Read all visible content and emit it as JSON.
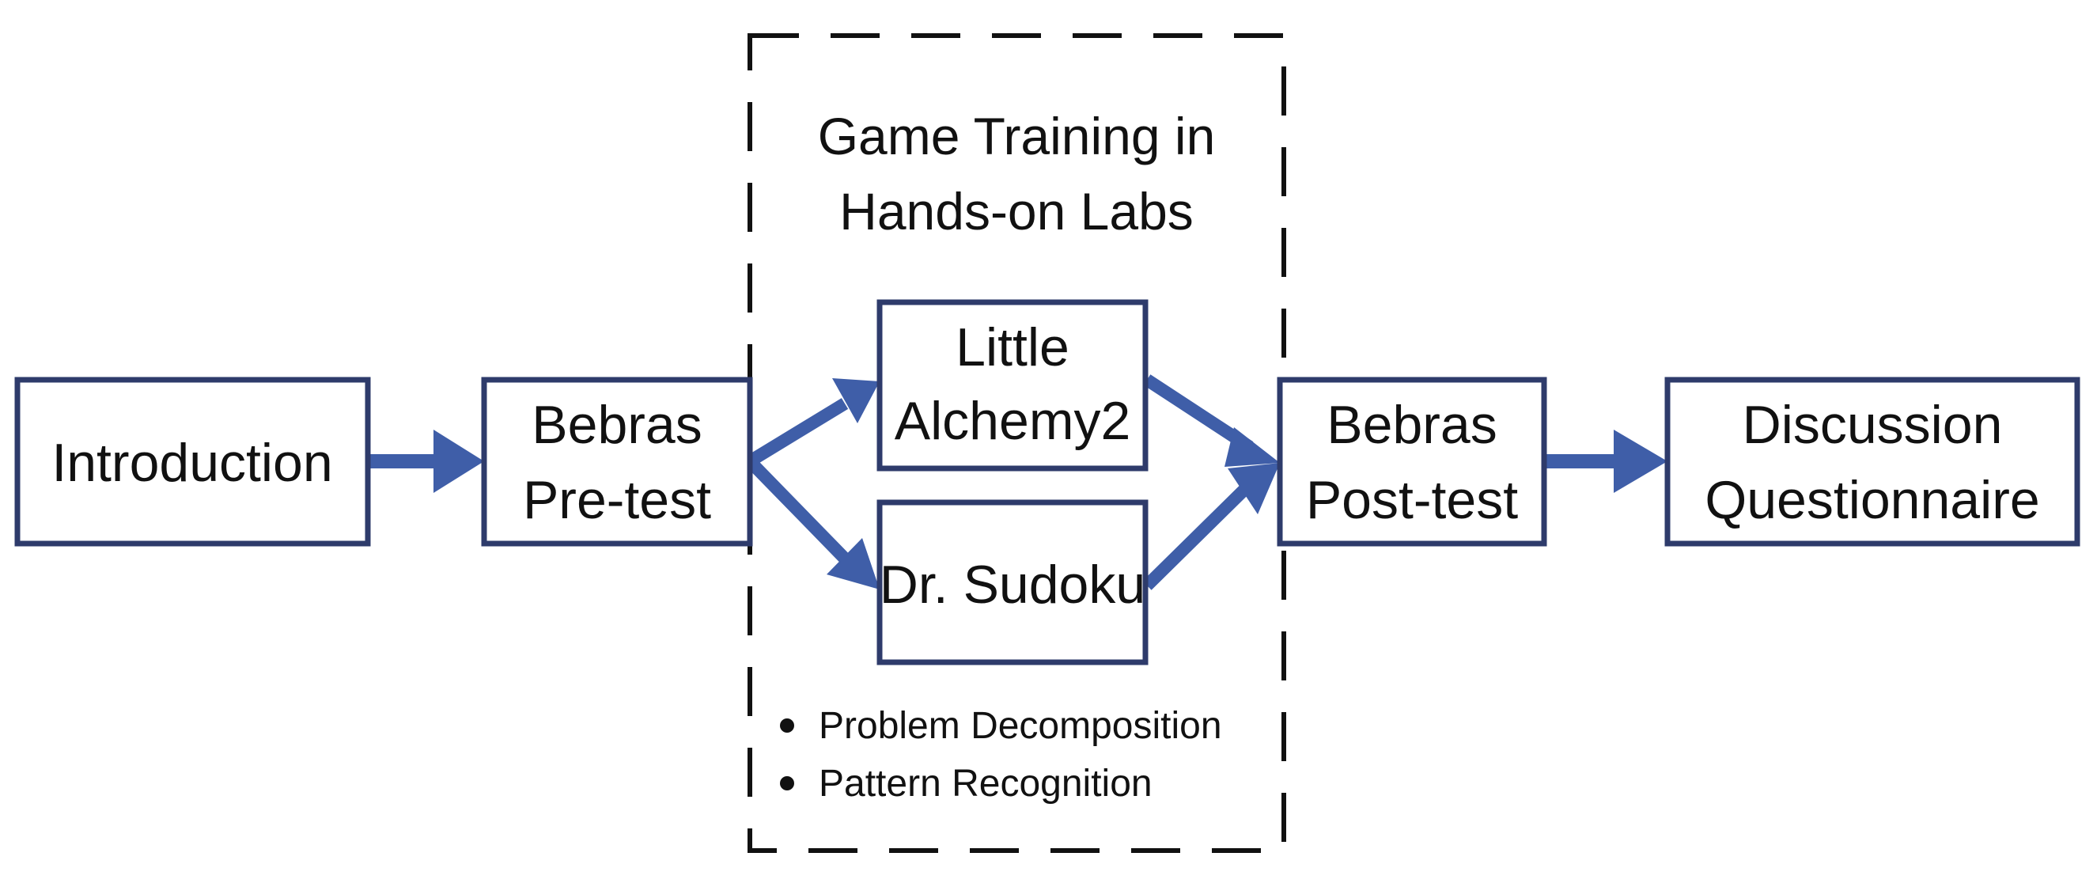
{
  "diagram": {
    "colors": {
      "box_stroke": "#2e3b6b",
      "arrow": "#3f5ea8",
      "dashed_border": "#111111",
      "text": "#111111"
    },
    "introduction": {
      "line1": "Introduction"
    },
    "pretest": {
      "line1": "Bebras",
      "line2": "Pre-test"
    },
    "training": {
      "title_line1": "Game Training in",
      "title_line2": "Hands-on Labs",
      "bullets": [
        "Problem Decomposition",
        "Pattern Recognition"
      ]
    },
    "alchemy": {
      "line1": "Little",
      "line2": "Alchemy2"
    },
    "sudoku": {
      "line1": "Dr. Sudoku"
    },
    "posttest": {
      "line1": "Bebras",
      "line2": "Post-test"
    },
    "discussion": {
      "line1": "Discussion",
      "line2": "Questionnaire"
    }
  }
}
